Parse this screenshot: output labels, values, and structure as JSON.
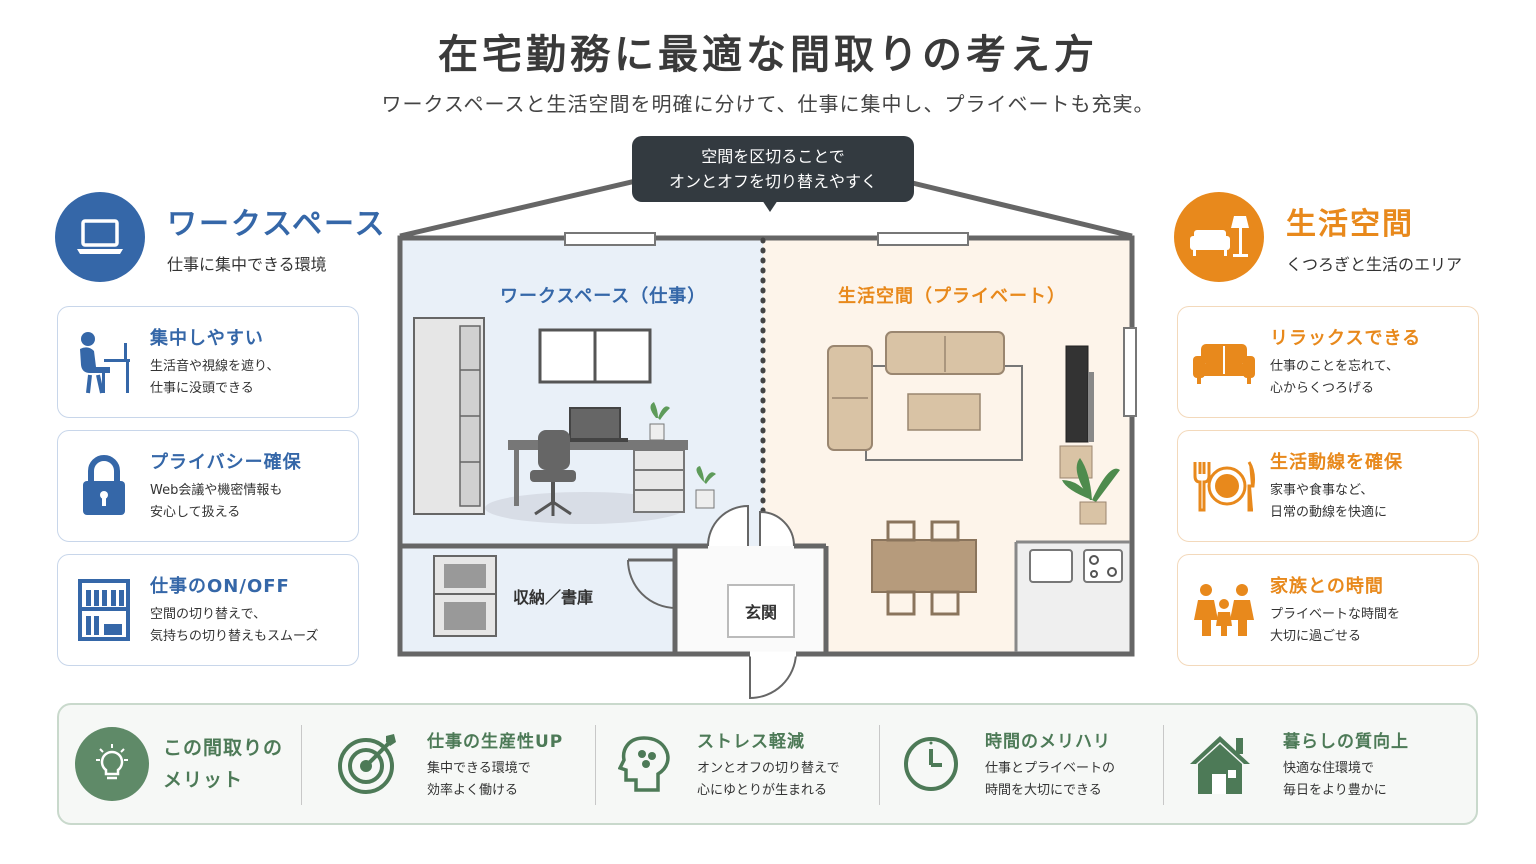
{
  "header": {
    "title": "在宅勤務に最適な間取りの考え方",
    "subtitle": "ワークスペースと生活空間を明確に分けて、仕事に集中し、プライベートも充実。"
  },
  "bubble": {
    "line1": "空間を区切ることで",
    "line2": "オンとオフを切り替えやすく"
  },
  "work": {
    "title": "ワークスペース",
    "subtitle": "仕事に集中できる環境",
    "icon": "laptop-icon",
    "color": "#3567a8",
    "cards": [
      {
        "title": "集中しやすい",
        "line1": "生活音や視線を遮り、",
        "line2": "仕事に没頭できる",
        "icon": "person-at-desk-icon"
      },
      {
        "title": "プライバシー確保",
        "line1": "Web会議や機密情報も",
        "line2": "安心して扱える",
        "icon": "padlock-icon"
      },
      {
        "title": "仕事のON/OFF",
        "line1": "空間の切り替えで、",
        "line2": "気持ちの切り替えもスムーズ",
        "icon": "bookshelf-icon"
      }
    ]
  },
  "life": {
    "title": "生活空間",
    "subtitle": "くつろぎと生活のエリア",
    "icon": "sofa-lamp-icon",
    "color": "#e8891c",
    "cards": [
      {
        "title": "リラックスできる",
        "line1": "仕事のことを忘れて、",
        "line2": "心からくつろげる",
        "icon": "sofa-icon"
      },
      {
        "title": "生活動線を確保",
        "line1": "家事や食事など、",
        "line2": "日常の動線を快適に",
        "icon": "plate-cutlery-icon"
      },
      {
        "title": "家族との時間",
        "line1": "プライベートな時間を",
        "line2": "大切に過ごせる",
        "icon": "family-icon"
      }
    ]
  },
  "plan": {
    "work_label": "ワークスペース（仕事）",
    "life_label": "生活空間（プライベート）",
    "storage_label": "収納／書庫",
    "entrance_label": "玄関"
  },
  "merit": {
    "title_line1": "この間取りの",
    "title_line2": "メリット",
    "icon": "lightbulb-icon",
    "color": "#4d7a57",
    "items": [
      {
        "title": "仕事の生産性UP",
        "line1": "集中できる環境で",
        "line2": "効率よく働ける",
        "icon": "target-icon"
      },
      {
        "title": "ストレス軽減",
        "line1": "オンとオフの切り替えで",
        "line2": "心にゆとりが生まれる",
        "icon": "head-mind-icon"
      },
      {
        "title": "時間のメリハリ",
        "line1": "仕事とプライベートの",
        "line2": "時間を大切にできる",
        "icon": "clock-icon"
      },
      {
        "title": "暮らしの質向上",
        "line1": "快適な住環境で",
        "line2": "毎日をより豊かに",
        "icon": "house-icon"
      }
    ]
  }
}
